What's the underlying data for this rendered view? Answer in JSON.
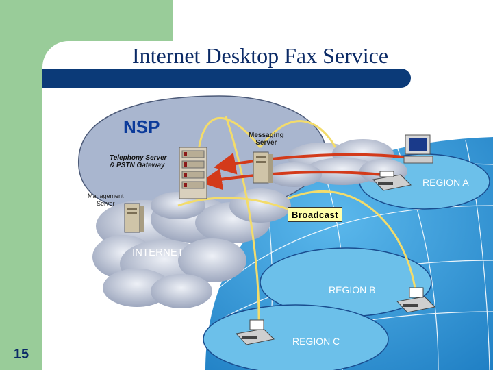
{
  "title": "Internet Desktop Fax Service",
  "page_number": "15",
  "labels": {
    "nsp": "NSP",
    "telephony_server": "Telephony Server\n& PSTN Gateway",
    "messaging_server": "Messaging\nServer",
    "management_server": "Management\nServer",
    "internet": "INTERNET",
    "broadcast": "Broadcast",
    "region_a": "REGION A",
    "region_b": "REGION B",
    "region_c": "REGION C"
  },
  "colors": {
    "sidebar_green": "#99cc99",
    "title_bar": "#0b3a78",
    "globe": "#2b9ad8",
    "region_ellipse": "#6cc0ea",
    "nsp_area": "#a9b6cf",
    "arrow_red": "#d33a1a",
    "link_yellow": "#f3dc6b"
  }
}
